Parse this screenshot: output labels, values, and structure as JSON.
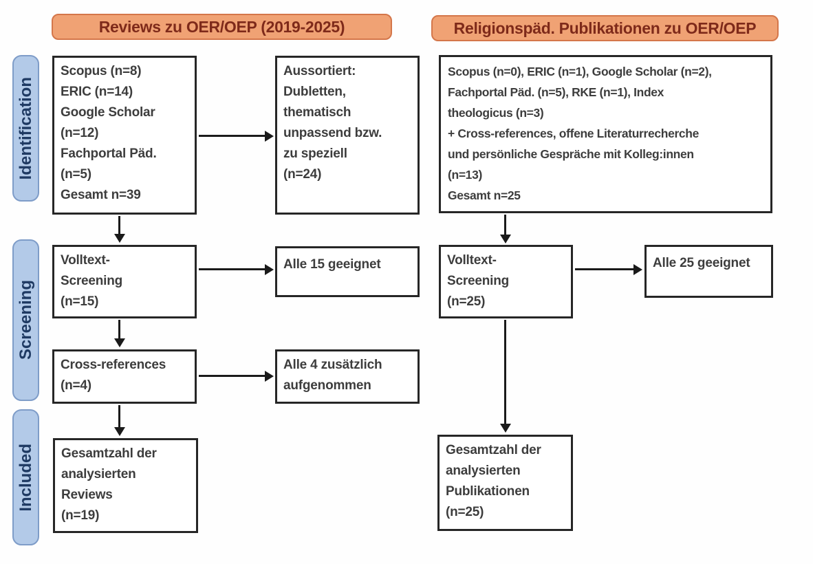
{
  "diagram": {
    "type": "prisma-flow",
    "palette": {
      "header_fill": "#F0A274",
      "header_border": "#D4764A",
      "header_text": "#7E2A1A",
      "stage_fill": "#B3CAE8",
      "stage_border": "#7E9CC8",
      "stage_text": "#1F3A63",
      "box_fill": "#FFFFFF",
      "box_border": "#262626",
      "box_text": "#3D3D3D",
      "arrow": "#1A1A1A",
      "background": "#FEFEFE"
    }
  },
  "headers": {
    "left": {
      "label": "Reviews zu OER/OEP (2019-2025)"
    },
    "right": {
      "label": "Religionspäd. Publikationen zu OER/OEP"
    }
  },
  "stages": {
    "identification": {
      "label": "Identification"
    },
    "screening": {
      "label": "Screening"
    },
    "included": {
      "label": "Included"
    }
  },
  "left_column": {
    "sources": {
      "text": "Scopus (n=8)\nERIC (n=14)\nGoogle Scholar\n(n=12)\nFachportal Päd.\n(n=5)\nGesamt n=39"
    },
    "excluded": {
      "text": "Aussortiert:\nDubletten,\nthematisch\nunpassend bzw.\nzu speziell\n(n=24)"
    },
    "fulltext": {
      "text": "Volltext-\nScreening\n(n=15)"
    },
    "fulltext_result": {
      "text": "Alle 15 geeignet"
    },
    "crossref": {
      "text": "Cross-references\n(n=4)"
    },
    "crossref_result": {
      "text": "Alle 4 zusätzlich\naufgenommen"
    },
    "included_total": {
      "text": "Gesamtzahl der\nanalysierten\nReviews\n(n=19)"
    }
  },
  "right_column": {
    "sources": {
      "text": "Scopus (n=0), ERIC (n=1), Google Scholar (n=2),\nFachportal Päd. (n=5), RKE (n=1), Index\ntheologicus (n=3)\n+ Cross-references, offene Literaturrecherche\nund persönliche Gespräche mit Kolleg:innen\n(n=13)\nGesamt n=25"
    },
    "fulltext": {
      "text": "Volltext-\nScreening\n(n=25)"
    },
    "fulltext_result": {
      "text": "Alle 25 geeignet"
    },
    "included_total": {
      "text": "Gesamtzahl der\nanalysierten\nPublikationen\n(n=25)"
    }
  }
}
